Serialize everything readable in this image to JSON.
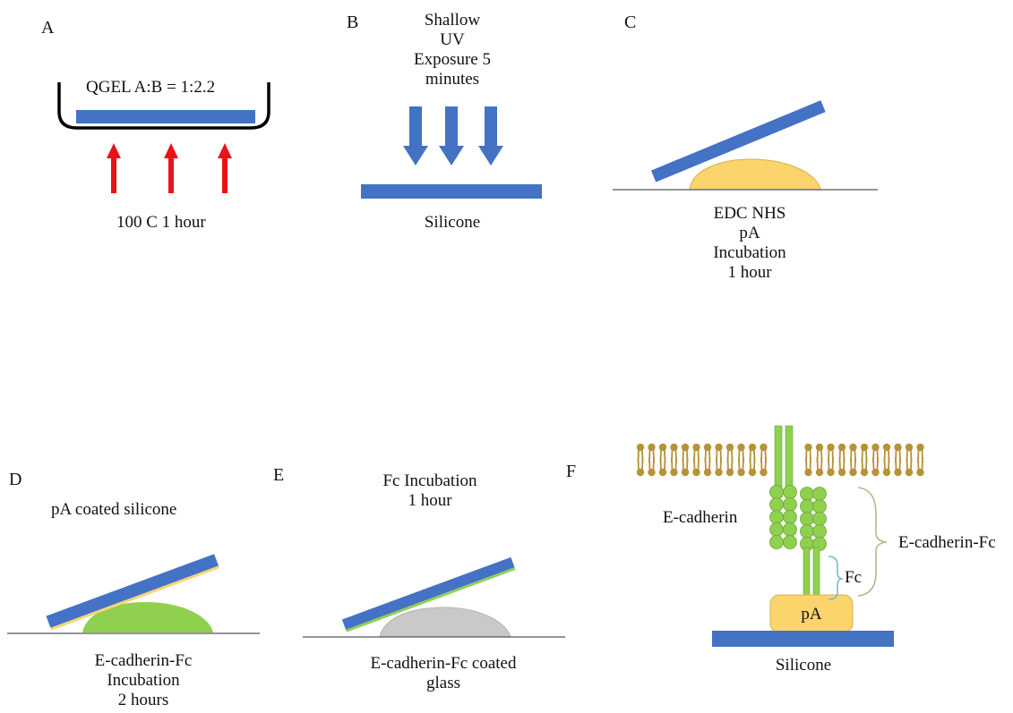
{
  "colors": {
    "blue": "#4472C4",
    "red": "#E8131A",
    "yellow": "#FBD46C",
    "green": "#8FD14F",
    "grey": "#C9C9C9",
    "lipid": "#B8913A",
    "brace_green": "#A9C08E",
    "brace_blue": "#7EB6D9"
  },
  "panels": {
    "A": {
      "letter": "A",
      "dish_label": "QGEL A:B = 1:2.2",
      "caption": "100 C 1 hour"
    },
    "B": {
      "letter": "B",
      "caption_top": [
        "Shallow",
        "UV",
        "Exposure 5",
        "minutes"
      ],
      "caption_bottom": "Silicone"
    },
    "C": {
      "letter": "C",
      "caption": [
        "EDC NHS",
        "pA",
        "Incubation",
        "1 hour"
      ]
    },
    "D": {
      "letter": "D",
      "caption_top": "pA coated silicone",
      "caption_bottom": [
        "E-cadherin-Fc",
        "Incubation",
        "2 hours"
      ]
    },
    "E": {
      "letter": "E",
      "caption_top": [
        "Fc Incubation",
        "1 hour"
      ],
      "caption_bottom": [
        "E-cadherin-Fc coated",
        "glass"
      ]
    },
    "F": {
      "letter": "F",
      "ecad_label": "E-cadherin",
      "fc_label": "Fc",
      "ecadfc_label": "E-cadherin-Fc",
      "pa_label": "pA",
      "substrate_label": "Silicone"
    }
  }
}
